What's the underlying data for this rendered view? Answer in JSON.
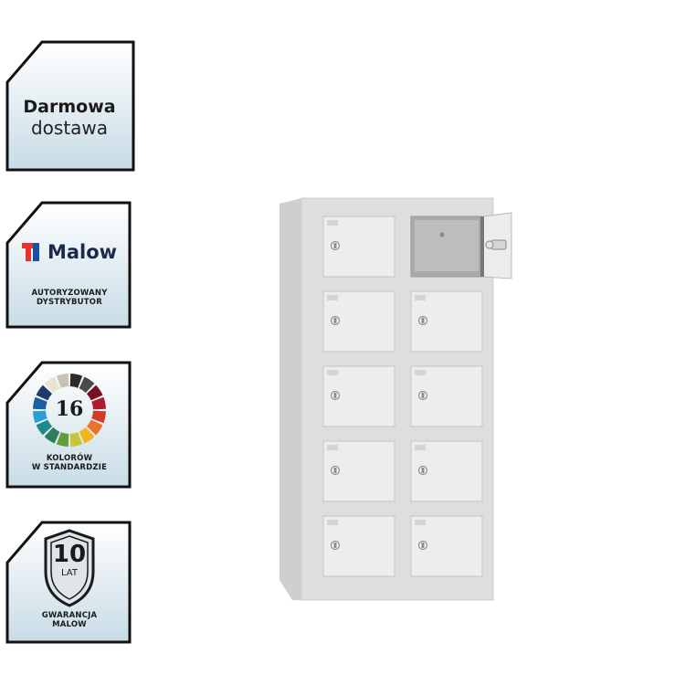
{
  "badges": {
    "delivery": {
      "line1": "Darmowa",
      "line2": "dostawa"
    },
    "malow": {
      "brand": "Malow",
      "line1": "AUTORYZOWANY",
      "line2": "DYSTRYBUTOR",
      "logo_colors": [
        "#e3342f",
        "#1b4fa0"
      ]
    },
    "colors": {
      "count": "16",
      "line1": "KOLORÓW",
      "line2": "W STANDARDZIE",
      "wheel_colors": [
        "#2b2b2b",
        "#4a4a4a",
        "#7a1020",
        "#b01c2e",
        "#d33a2c",
        "#e8752a",
        "#f2b514",
        "#c9c43a",
        "#5f9e3a",
        "#2e7d5a",
        "#1f8a8a",
        "#2a9fd6",
        "#1c5fa0",
        "#223a6b",
        "#e9e3d4",
        "#c9c3b5"
      ]
    },
    "warranty": {
      "years": "10",
      "unit": "LAT",
      "line1": "GWARANCJA",
      "line2": "MALOW"
    }
  },
  "product": {
    "rows": 5,
    "columns": 2,
    "open_door": "top-right",
    "body_color": "#dfdfdf",
    "door_color": "#ececec"
  }
}
